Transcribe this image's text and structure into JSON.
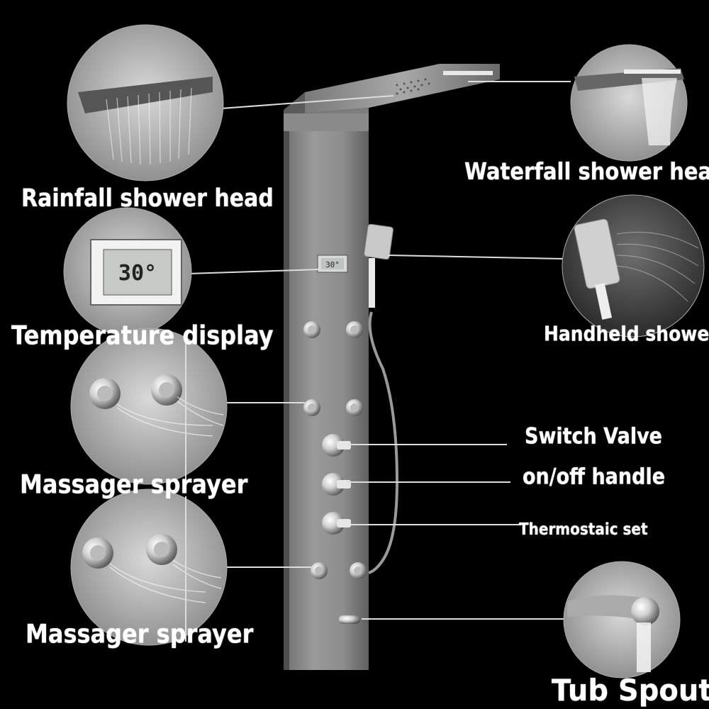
{
  "labels": {
    "rainfall": "Rainfall shower head",
    "waterfall": "Waterfall shower head",
    "temperature": "Temperature display",
    "handheld": "Handheld shower",
    "massager_1": "Massager sprayer",
    "switch_valve": "Switch Valve",
    "onoff": "on/off handle",
    "thermostatic": "Thermostaic set",
    "massager_2": "Massager sprayer",
    "tub_spout": "Tub Spout"
  },
  "display_reading": "30°",
  "colors": {
    "background": "#000000",
    "panel": "#8c8c8c",
    "text": "#ffffff",
    "chrome": "#e6e6e6"
  }
}
